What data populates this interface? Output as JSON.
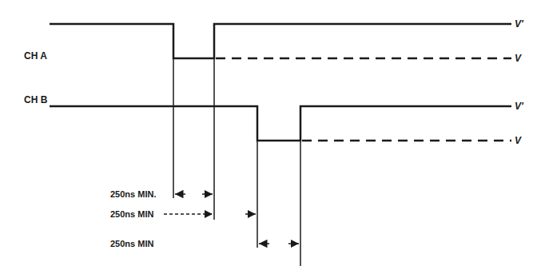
{
  "diagram": {
    "labels": [
      "CH A",
      "V'",
      "V",
      "CH B",
      "V'",
      "V",
      "250ns MIN.",
      "250ns MIN",
      "250ns MIN"
    ]
  }
}
